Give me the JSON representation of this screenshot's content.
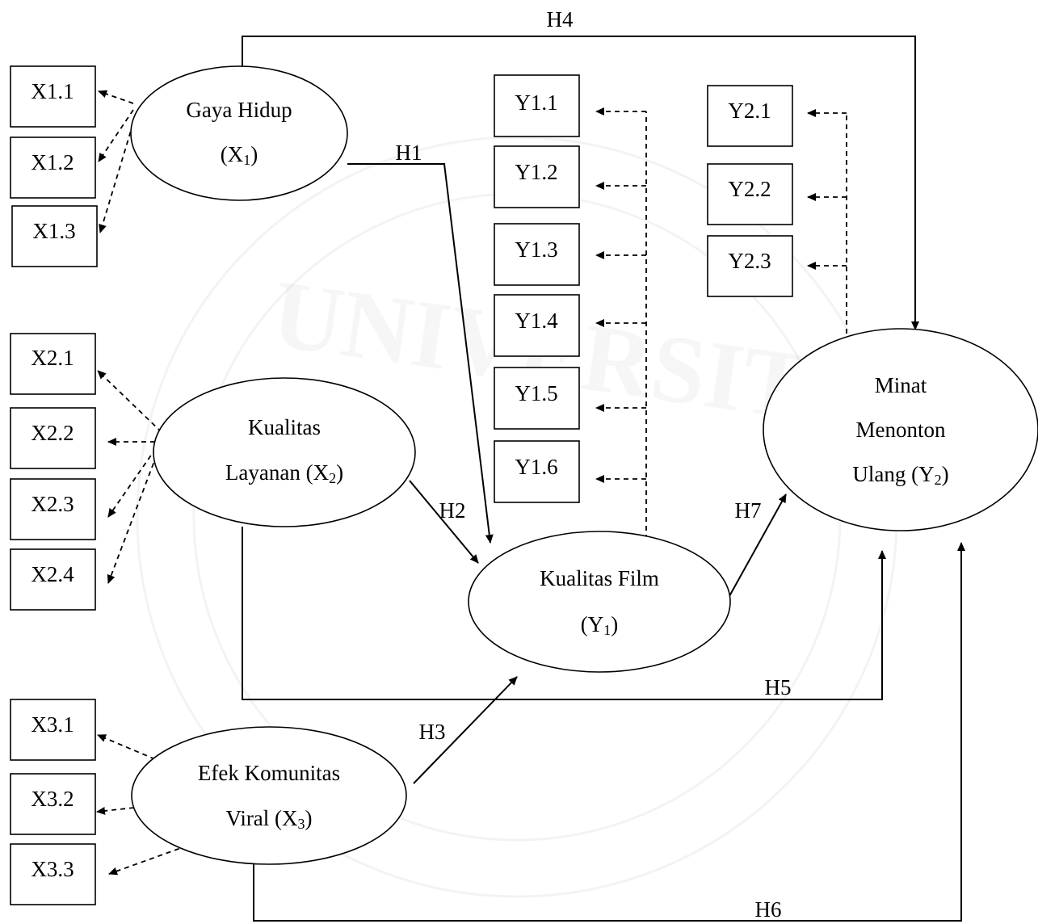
{
  "indicators": {
    "x1": [
      "X1.1",
      "X1.2",
      "X1.3"
    ],
    "x2": [
      "X2.1",
      "X2.2",
      "X2.3",
      "X2.4"
    ],
    "x3": [
      "X3.1",
      "X3.2",
      "X3.3"
    ],
    "y1": [
      "Y1.1",
      "Y1.2",
      "Y1.3",
      "Y1.4",
      "Y1.5",
      "Y1.6"
    ],
    "y2": [
      "Y2.1",
      "Y2.2",
      "Y2.3"
    ]
  },
  "constructs": {
    "gaya_hidup": {
      "line1": "Gaya Hidup",
      "line2_pre": "(X",
      "line2_sub": "1",
      "line2_post": ")"
    },
    "kualitas_layanan": {
      "line1": "Kualitas",
      "line2_pre": "Layanan (X",
      "line2_sub": "2",
      "line2_post": ")"
    },
    "efek_komunitas": {
      "line1": "Efek Komunitas",
      "line2_pre": "Viral (X",
      "line2_sub": "3",
      "line2_post": ")"
    },
    "kualitas_film": {
      "line1": "Kualitas Film",
      "line2_pre": "(Y",
      "line2_sub": "1",
      "line2_post": ")"
    },
    "minat_menonton": {
      "line1": "Minat",
      "line2": "Menonton",
      "line3_pre": "Ulang (Y",
      "line3_sub": "2",
      "line3_post": ")"
    }
  },
  "hypotheses": [
    "H1",
    "H2",
    "H3",
    "H4",
    "H5",
    "H6",
    "H7"
  ],
  "watermark": {
    "text": "UNIVERSITAS",
    "color": "#b0b0b0"
  }
}
